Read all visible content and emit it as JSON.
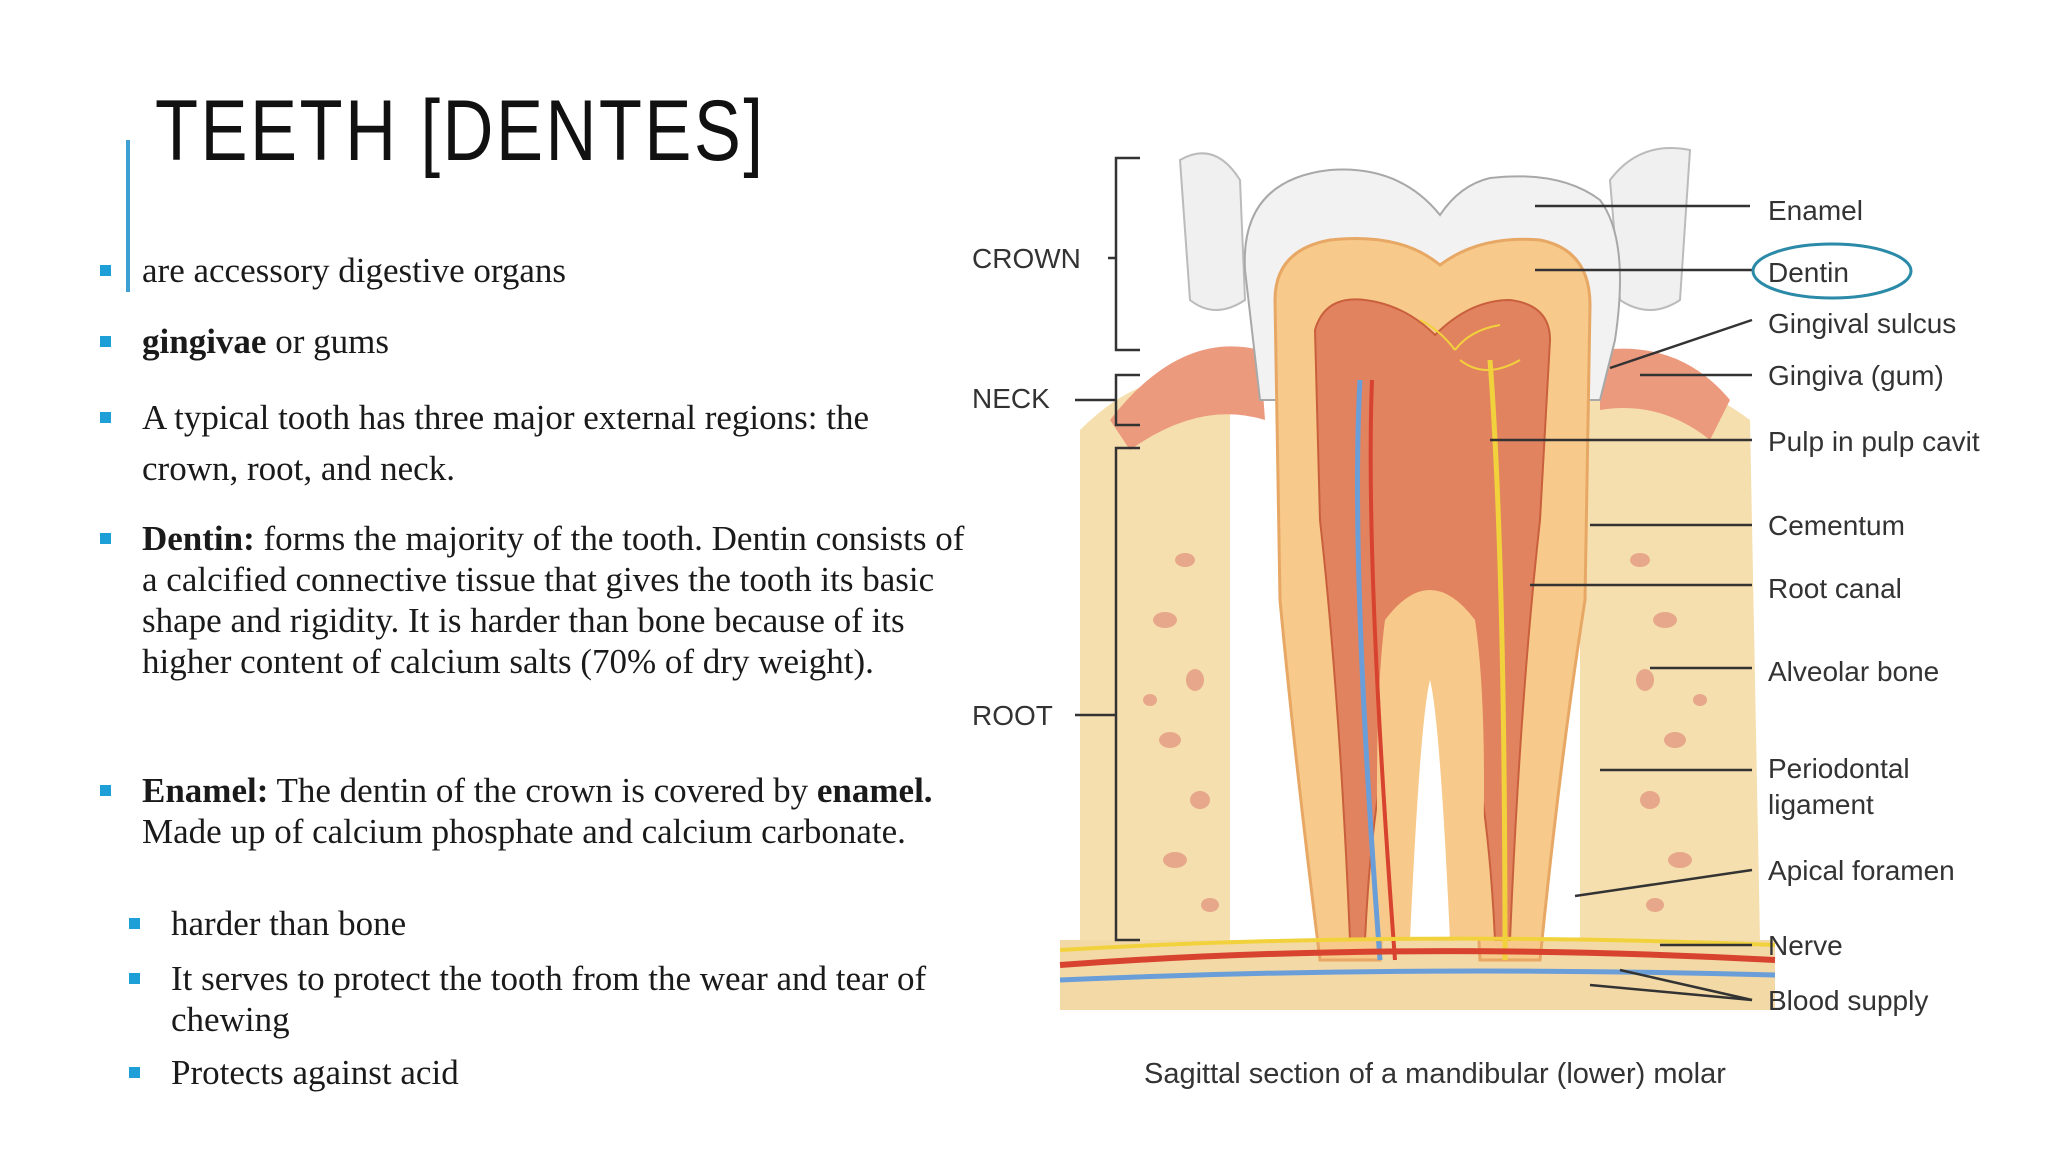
{
  "slide": {
    "title": "TEETH [DENTES]",
    "bullets": [
      {
        "lines": [
          "are accessory digestive organs"
        ]
      },
      {
        "bold": "gingivae",
        "rest": " or gums"
      },
      {
        "lines": [
          "A typical tooth has three major external regions: the",
          "crown, root, and neck."
        ]
      },
      {
        "bold": "Dentin:",
        "rest": "  forms the majority of the tooth. Dentin consists of a calcified connective tissue that gives the tooth its basic shape and rigidity. It is harder than bone because of its higher content of calcium salts (70% of dry weight)."
      },
      {
        "bold": "Enamel:",
        "rest": " The dentin of the crown is covered by ",
        "bold2": "enamel.",
        "rest2": " Made up of calcium phosphate and calcium carbonate."
      }
    ],
    "sub_bullets": [
      "harder than bone",
      "It serves to protect the tooth from the wear and tear of chewing",
      "Protects against acid"
    ]
  },
  "figure": {
    "region_labels": {
      "crown": "CROWN",
      "neck": "NECK",
      "root": "ROOT"
    },
    "labels": {
      "enamel": "Enamel",
      "dentin": "Dentin",
      "gingival_sulcus": "Gingival sulcus",
      "gingiva": "Gingiva (gum)",
      "pulp": "Pulp in pulp cavit",
      "cementum": "Cementum",
      "root_canal": "Root canal",
      "alveolar_bone": "Alveolar bone",
      "periodontal_1": "Periodontal",
      "periodontal_2": "ligament",
      "apical_foramen": "Apical foramen",
      "nerve": "Nerve",
      "blood_supply": "Blood supply"
    },
    "caption": "Sagittal section of a mandibular (lower) molar",
    "highlight": "Dentin",
    "colors": {
      "accent": "#1f9fd8",
      "highlight_ring": "#2a8aa8",
      "enamel": "#f2f2f2",
      "dentin": "#f7c98a",
      "pulp": "#e2835f",
      "bone": "#f6dfae",
      "gum": "#ec9a7e",
      "nerve": "#f2d23c",
      "vessel_red": "#d8432f",
      "vessel_blue": "#6a9ed8"
    }
  }
}
